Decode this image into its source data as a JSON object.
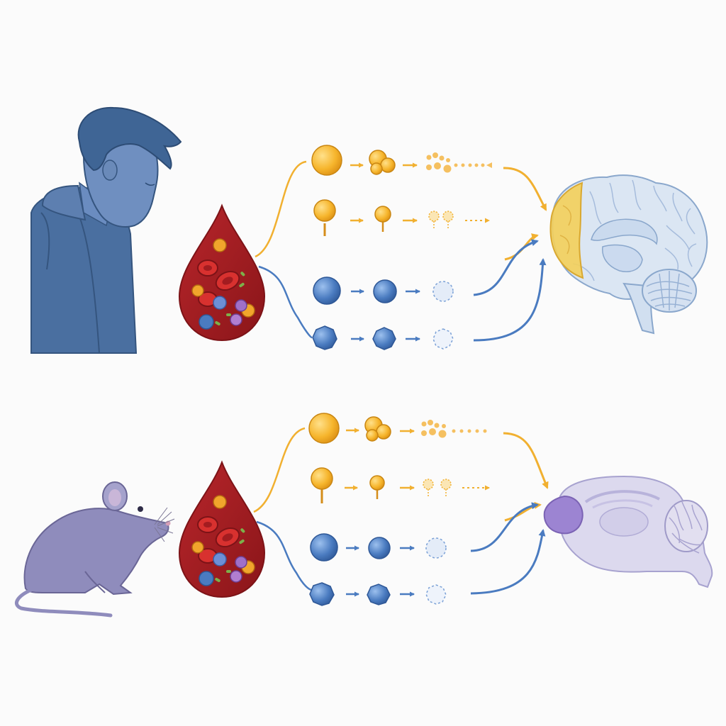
{
  "colors": {
    "background": "#fbfbfb",
    "human_silhouette": "#4a6fa0",
    "mouse_silhouette": "#8f8cbc",
    "blood": "#a11d22",
    "blood_dark": "#7d1317",
    "metabolite_gold": "#f1b030",
    "metabolite_blue": "#4a7bc0",
    "human_brain": "#dbe6f3",
    "human_brain_region": "#f3cf5a",
    "mouse_brain": "#dcd9ee",
    "mouse_brain_region": "#9c84d2"
  },
  "panels": [
    {
      "organism_icon": "human-adolescent-icon",
      "sample_icon": "blood-drop-icon",
      "target_icon": "human-brain-sagittal-icon",
      "highlighted_region": "prefrontal-cortex-region"
    },
    {
      "organism_icon": "mouse-icon",
      "sample_icon": "blood-drop-icon",
      "target_icon": "mouse-brain-sagittal-icon",
      "highlighted_region": "prefrontal-cortex-region"
    }
  ],
  "pathways": [
    {
      "shape": "sphere",
      "color": "gold",
      "stages": [
        "intact",
        "clustered",
        "fragmented"
      ]
    },
    {
      "shape": "pin",
      "color": "gold",
      "stages": [
        "intact",
        "shrunken",
        "fading"
      ]
    },
    {
      "shape": "sphere",
      "color": "blue",
      "stages": [
        "intact",
        "intact",
        "fading"
      ]
    },
    {
      "shape": "heptagon",
      "color": "blue",
      "stages": [
        "intact",
        "intact",
        "fading"
      ]
    }
  ]
}
